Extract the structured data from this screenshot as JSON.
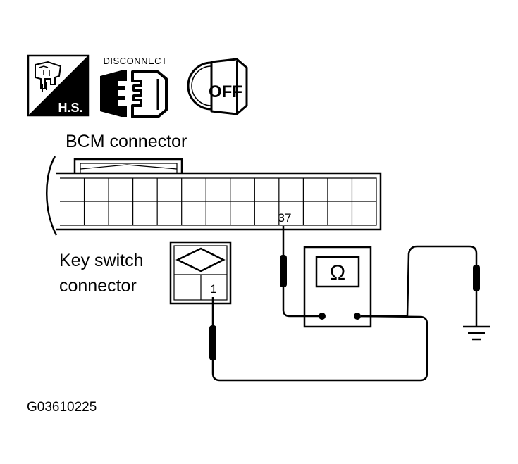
{
  "icons": {
    "hs_label": "H.S.",
    "disconnect_label": "DISCONNECT",
    "ignition_label": "OFF"
  },
  "bcm": {
    "title": "BCM connector",
    "pin_label": "37"
  },
  "key_switch": {
    "title_line1": "Key switch",
    "title_line2": "connector",
    "pin_label": "1"
  },
  "meter": {
    "symbol": "Ω"
  },
  "figure_id": "G03610225"
}
